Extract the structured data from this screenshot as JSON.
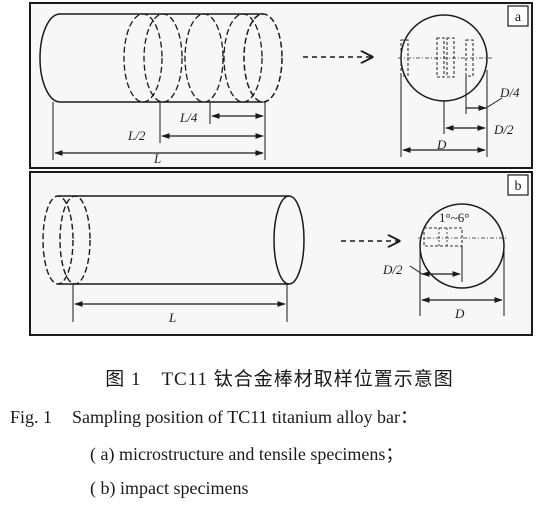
{
  "panel_a": {
    "tag": "a",
    "labels": {
      "L": "L",
      "L_half": "L/2",
      "L_quarter": "L/4",
      "D": "D",
      "D_half": "D/2",
      "D_quarter": "D/4"
    }
  },
  "panel_b": {
    "tag": "b",
    "labels": {
      "L": "L",
      "D": "D",
      "D_half": "D/2",
      "angle": "1°~6°"
    }
  },
  "caption": {
    "zh": "图 1　TC11 钛合金棒材取样位置示意图",
    "en_prefix": "Fig. 1",
    "en_line1": "Sampling position of TC11 titanium alloy bar：",
    "en_line2": "( a)  microstructure and tensile specimens；",
    "en_line3": "( b)  impact specimens"
  },
  "colors": {
    "line": "#1a1a1a",
    "dashed": "#333333",
    "frame_bg": "#f7f7f7"
  }
}
